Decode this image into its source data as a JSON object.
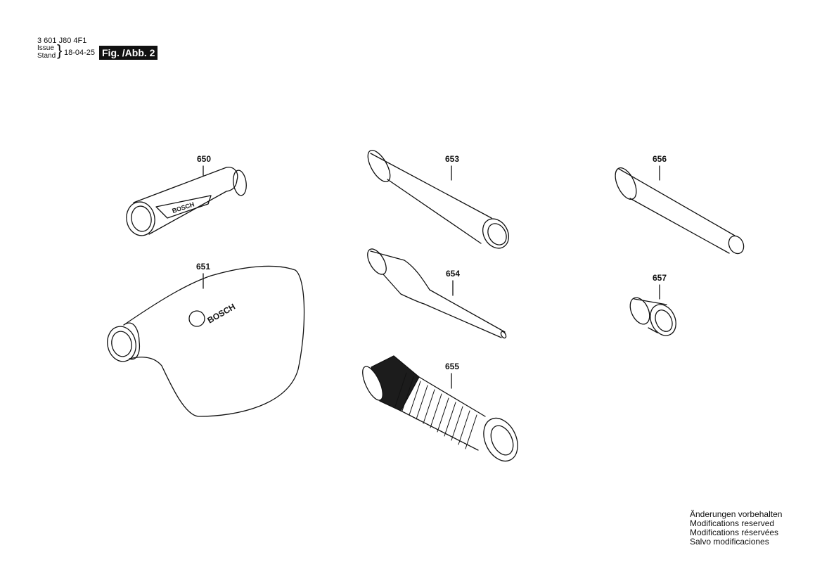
{
  "header": {
    "doc_number": "3 601 J80 4F1",
    "issue_label": "Issue",
    "stand_label": "Stand",
    "brace": "}",
    "issue_date": "18-04-25",
    "figure_label": "Fig. /Abb. 2"
  },
  "parts": [
    {
      "number": "650",
      "logo": "BOSCH"
    },
    {
      "number": "651",
      "logo": "BOSCH"
    },
    {
      "number": "653"
    },
    {
      "number": "654"
    },
    {
      "number": "655"
    },
    {
      "number": "656"
    },
    {
      "number": "657"
    }
  ],
  "notes": [
    "Änderungen vorbehalten",
    "Modifications reserved",
    "Modifications réservées",
    "Salvo modificaciones"
  ],
  "colors": {
    "line": "#111111",
    "badge_background": "#111111",
    "badge_text": "#ffffff",
    "hose_dark": "#1c1c1c"
  }
}
